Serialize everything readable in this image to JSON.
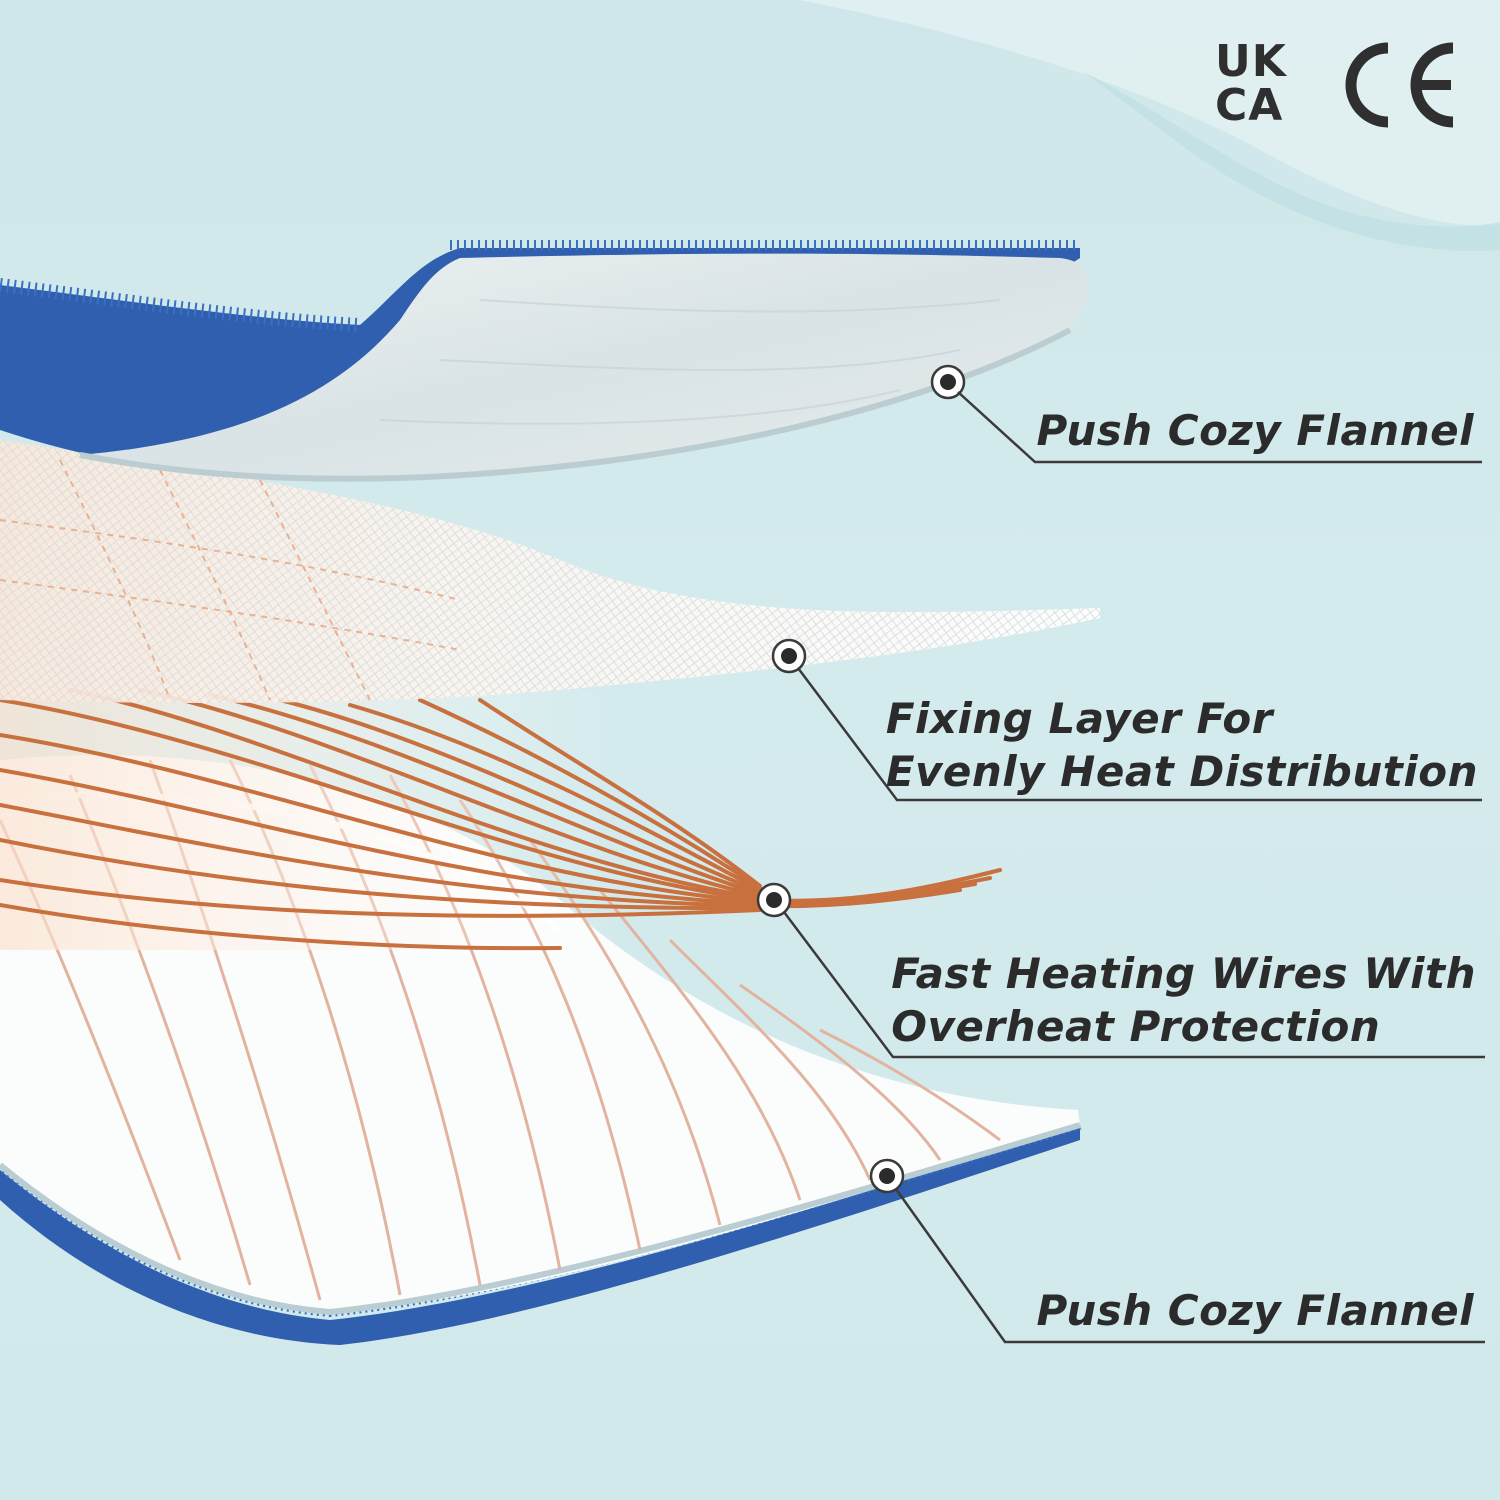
{
  "certifications": {
    "ukca_line1": "UK",
    "ukca_line2": "CA",
    "ce_mark": "CE",
    "ukca_icon": "ukca-mark-icon",
    "ce_icon": "ce-mark-icon"
  },
  "layers": [
    {
      "id": "top-flannel",
      "lines": [
        "Push Cozy Flannel"
      ]
    },
    {
      "id": "fixing-layer",
      "lines": [
        "Fixing Layer For",
        "Evenly Heat Distribution"
      ]
    },
    {
      "id": "heating-wires",
      "lines": [
        "Fast Heating Wires With",
        "Overheat Protection"
      ]
    },
    {
      "id": "bottom-flannel",
      "lines": [
        "Push Cozy Flannel"
      ]
    }
  ],
  "colors": {
    "background": "#d2e9ec",
    "flannel_blue": "#2f5fae",
    "copper": "#c8703e",
    "callout": "#3a3a3a",
    "text": "#2b2b2b"
  }
}
